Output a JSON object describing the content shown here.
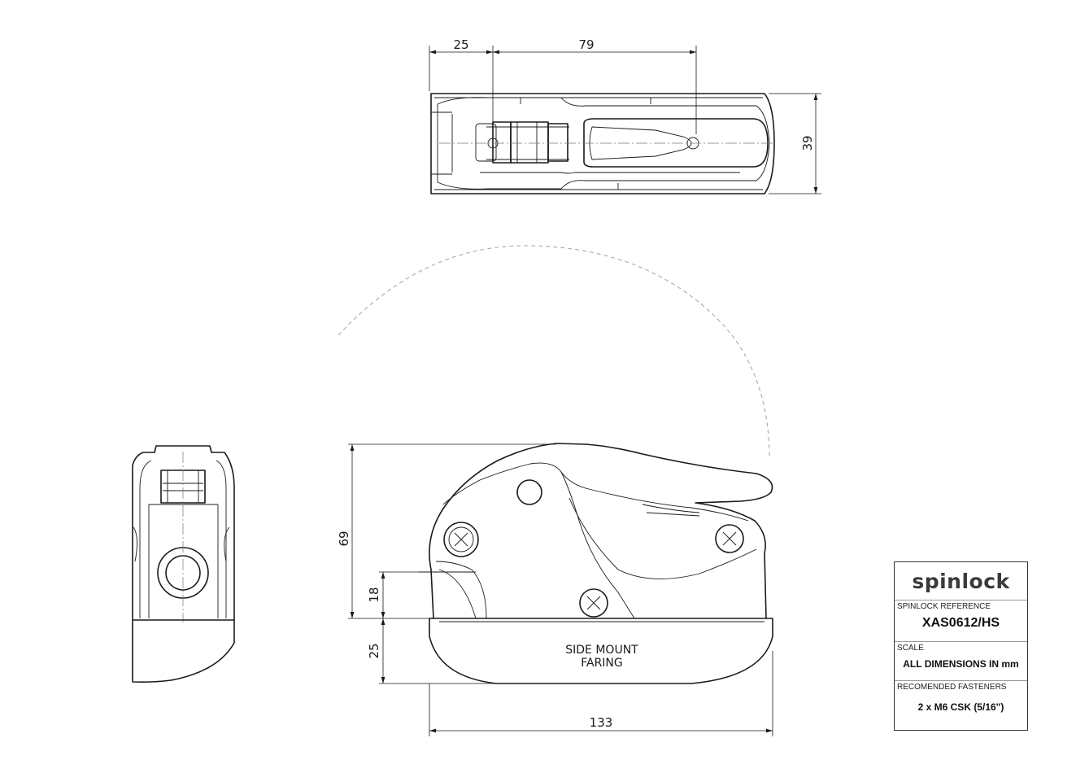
{
  "dimensions": {
    "top_left": "25",
    "top_right": "79",
    "top_height": "39",
    "side_height": "69",
    "side_cleat": "18",
    "side_base": "25",
    "side_length": "133"
  },
  "labels": {
    "faring_line1": "SIDE MOUNT",
    "faring_line2": "FARING"
  },
  "title_block": {
    "logo": "spinlock",
    "reference_label": "SPINLOCK REFERENCE",
    "reference_value": "XAS0612/HS",
    "scale_label": "SCALE",
    "scale_value": "ALL DIMENSIONS IN mm",
    "fasteners_label": "RECOMENDED FASTENERS",
    "fasteners_value": "2 x M6 CSK (5/16\")"
  },
  "colors": {
    "line": "#1a1a1a",
    "hidden_arc": "#aaaaaa",
    "logo": "#3a3a3a"
  }
}
